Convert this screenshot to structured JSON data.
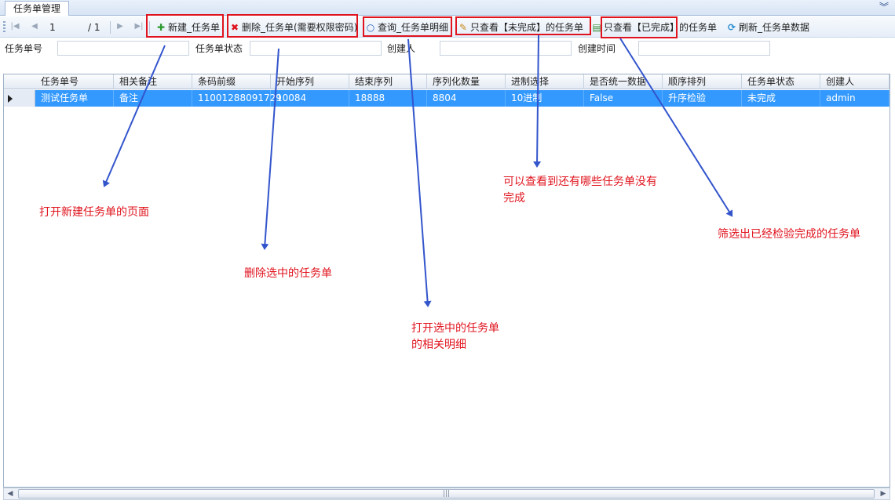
{
  "tab": {
    "title": "任务单管理",
    "collapse_glyph": "︾"
  },
  "toolbar": {
    "page_current": "1",
    "page_total": "/ 1",
    "first_glyph": "|◀",
    "prev_glyph": "◀",
    "next_glyph": "▶",
    "last_glyph": "▶|",
    "new_label": "新建_任务单",
    "delete_label": "删除_任务单(需要权限密码)",
    "query_label": "查询_任务单明细",
    "unfinished_label": "只查看【未完成】的任务单",
    "finished_label": "只查看【已完成】的任务单",
    "refresh_label": "刷新_任务单数据"
  },
  "filters": {
    "task_no": "任务单号",
    "task_status": "任务单状态",
    "creator": "创建人",
    "created_time": "创建时间"
  },
  "grid": {
    "columns": [
      "任务单号",
      "相关备注",
      "条码前缀",
      "开始序列",
      "结束序列",
      "序列化数量",
      "进制选择",
      "是否统一数据",
      "顺序排列",
      "任务单状态",
      "创建人"
    ],
    "rows": [
      [
        "测试任务单",
        "备注",
        "11001288091729",
        "10084",
        "18888",
        "8804",
        "10进制",
        "False",
        "升序检验",
        "未完成",
        "admin"
      ]
    ]
  },
  "annotations": {
    "new": "打开新建任务单的页面",
    "delete": "删除选中的任务单",
    "query_line1": "打开选中的任务单",
    "query_line2": "的相关明细",
    "unfinished_line1": "可以查看到还有哪些任务单没有",
    "unfinished_line2": "完成",
    "finished": "筛选出已经检验完成的任务单"
  },
  "colors": {
    "highlight": "#e0141e",
    "arrow": "#3355cc",
    "selected_row": "#3399ff"
  }
}
